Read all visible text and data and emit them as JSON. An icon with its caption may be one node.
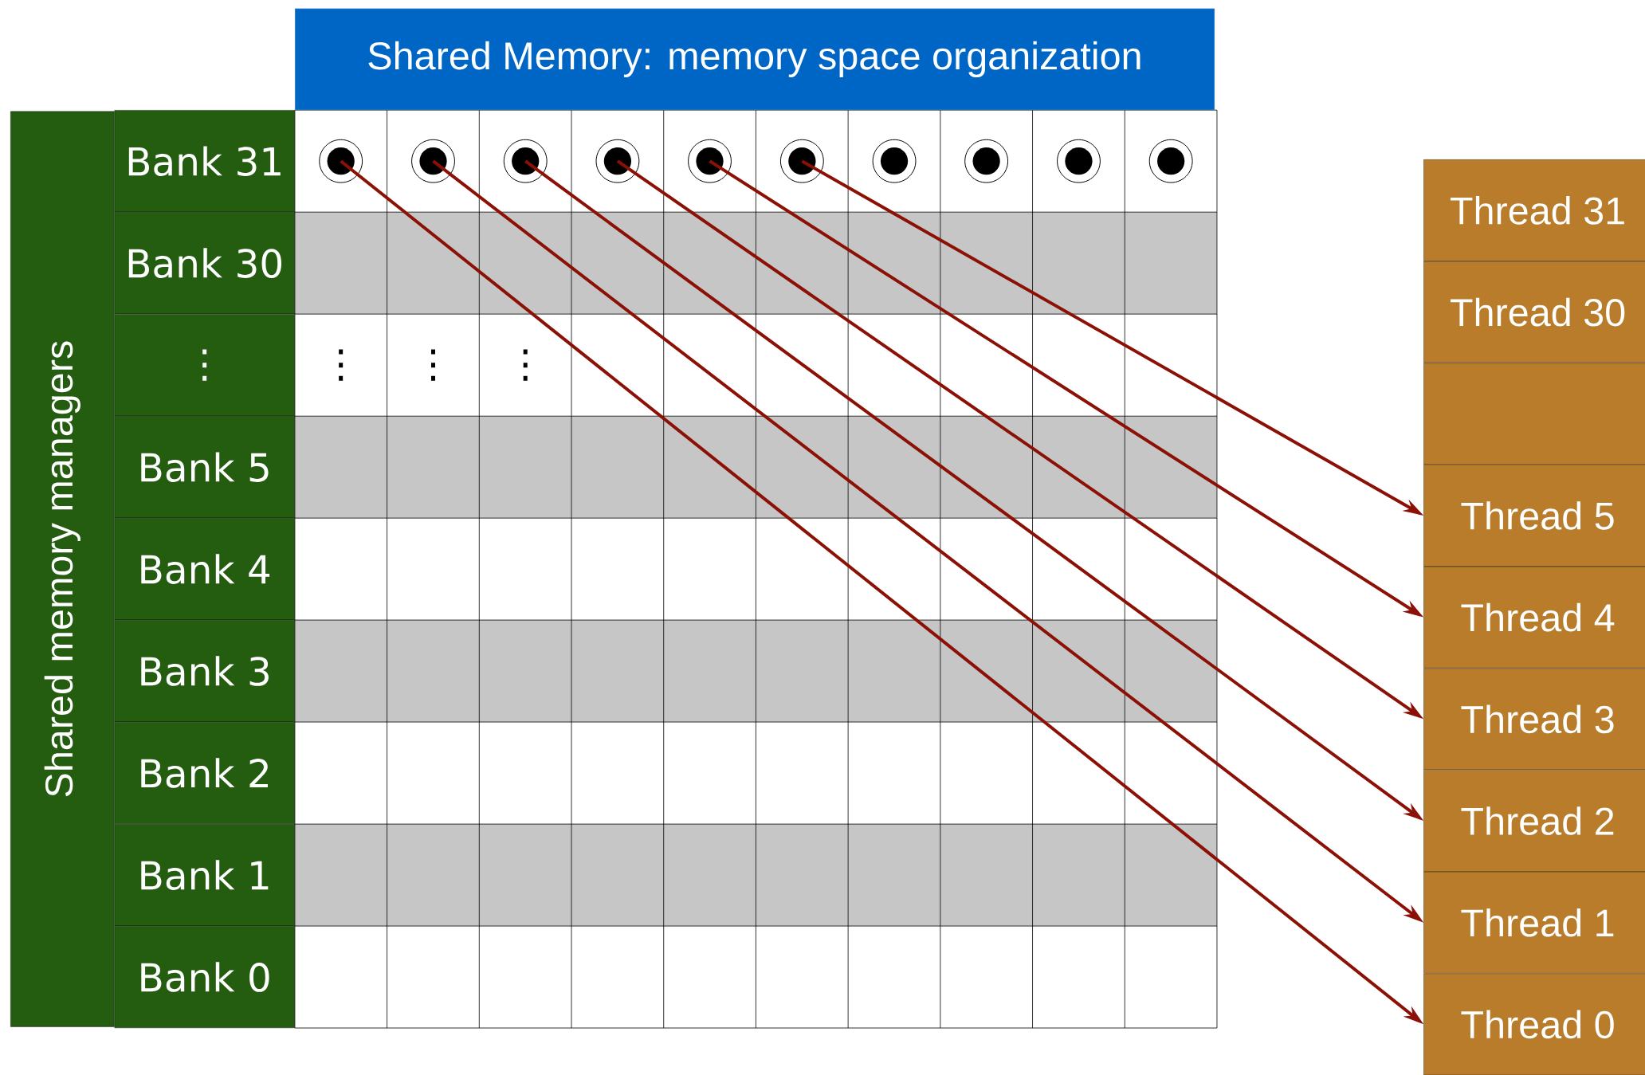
{
  "diagram": {
    "title": "Shared Memory: memory space organization",
    "nodes": [
      {
        "text": [
          "Shared memory managers"
        ]
      },
      {
        "text": [
          "Bank 31"
        ]
      },
      {
        "text": [
          "Bank 30"
        ]
      },
      {
        "text": [
          "⋮"
        ]
      },
      {
        "text": [
          "Bank 5"
        ]
      },
      {
        "text": [
          "Bank 4"
        ]
      },
      {
        "text": [
          "Bank 3"
        ]
      },
      {
        "text": [
          "Bank 2"
        ]
      },
      {
        "text": [
          "Bank 1"
        ]
      },
      {
        "text": [
          "Bank 0"
        ]
      },
      {
        "text": [],
        "shape": "circle"
      },
      {
        "text": [],
        "shape": "circle"
      },
      {
        "text": [],
        "shape": "circle"
      },
      {
        "text": [],
        "shape": "circle"
      },
      {
        "text": [],
        "shape": "circle"
      },
      {
        "text": [],
        "shape": "circle"
      },
      {
        "text": [],
        "shape": "circle"
      },
      {
        "text": [],
        "shape": "circle"
      },
      {
        "text": [],
        "shape": "circle"
      },
      {
        "text": [],
        "shape": "circle"
      },
      {
        "text": [
          "Thread 31"
        ]
      },
      {
        "text": [
          "Thread 30"
        ]
      },
      {
        "text": [],
        "shape": "box"
      },
      {
        "text": [
          "Thread 5"
        ]
      },
      {
        "text": [
          "Thread 4"
        ]
      },
      {
        "text": [
          "Thread 3"
        ]
      },
      {
        "text": [
          "Thread 2"
        ]
      },
      {
        "text": [
          "Thread 1"
        ]
      },
      {
        "text": [
          "Thread 0"
        ]
      }
    ],
    "edges": [
      {
        "from": 10,
        "to": 28,
        "arrow": "to"
      },
      {
        "from": 11,
        "to": 27,
        "arrow": "to"
      },
      {
        "from": 12,
        "to": 26,
        "arrow": "to"
      },
      {
        "from": 13,
        "to": 25,
        "arrow": "to"
      },
      {
        "from": 14,
        "to": 24,
        "arrow": "to"
      },
      {
        "from": 15,
        "to": 23,
        "arrow": "to"
      }
    ],
    "labels": [
      "⋮",
      "⋮",
      "⋮"
    ]
  }
}
